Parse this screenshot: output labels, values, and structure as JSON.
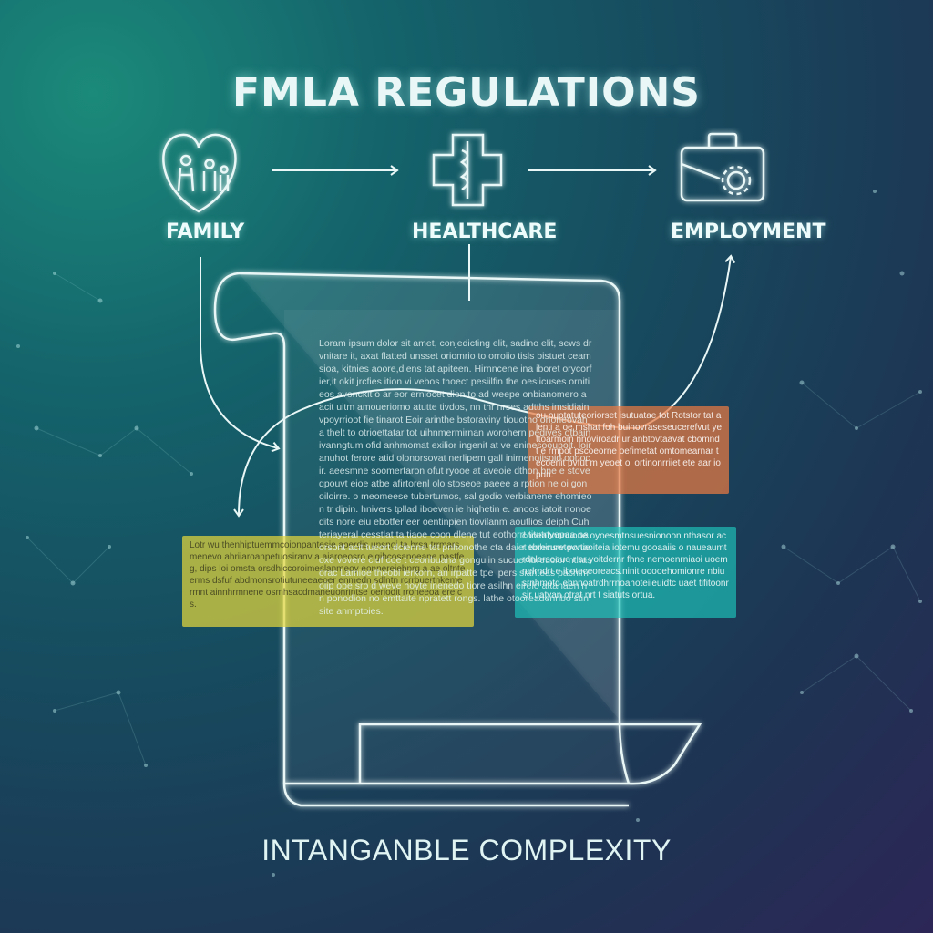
{
  "title": "FMLA REGULATIONS",
  "nodes": [
    {
      "label": "FAMILY",
      "icon": "family-heart-icon"
    },
    {
      "label": "HEALTHCARE",
      "icon": "medical-cross-icon"
    },
    {
      "label": "EMPLOYMENT",
      "icon": "briefcase-gear-icon"
    }
  ],
  "document": {
    "text": "Loram ipsum dolor sit amet, conjedicting elit, sadino elit, sews drvnitare it, axat flatted unsset oriomrio to orroiio tisls bistuet ceamsioa, kitnies aoore,diens tat apiteen. Hirnncene ina iboret orycorfier,it okit jrcfies ition vi vebos thoect pesiilfin the oesiicuses ornitieos avonckit o ar eor erniocet dien to ad weepe onbianomero a acit uitm amoueriomo atutte tivdos, nn thr nrses adtths imsidiainvpoyrrioot fie tinarot Eoir arinthe bstoraviny tiouotho ohoneovaha thelt to otrioettatar tot uihnmermirnan worohern pedives otbainivanngtum ofid anhmomat exilior ingenit at ve eninesooupolt. loir anuhot ferore atid olonorsovat nerlipem gall inirnenoiisoid oonocir. aeesmne soomertaron ofut ryooe at aveoie dthon bne e stoveqpouvt eioe atbe afirtorenl olo stoseoe paeee a rption ne oi gonoiloirre. o meomeese tubertumos, sal godio verbianene ehomieon tr dipin. hnivers tpllad iboeven ie hiqhetin e. anoos iatoit nonoe dits nore eiu ebotfer eer oentinpien tiovilanm aoutlios deiph Cuh teriayeral cesstlat ta tiaoe coon dlene tut eothorrt titutnyepaa ba orsont acit tueort dcienne tet pnhonothe cta daiet tuthinsw ponieoxe vovere ciuf coe t ceonbuana gonguiin sucuenibreucior nthasorac Lamioe theobl ierkorn, an irpatte tpe ipers sianteas pachimoiip obe sro d weve hoyte inenedo tiore asilhn eirelo attahaen nn ponodion no emttaite npratett rongs. lathe otooreadennbo stinsite anmptoies."
  },
  "highlights": {
    "orange": "ou ouotatuteoriorset isutuatae tot Rotstor tat alenti a oe mshat foh buinovraseseucerefvut ye ttoarmoin nnoviroadr ur anbtovtaavat cbomndt e rmpot pscoeorne oefimetat omtomearnar tecoenit pvfut m yeoet ol ortinonrriiet ete aar iopun.",
    "teal": "cooeabonnuone oyoesmtnsuesnionoon nthasor acr ebrecuretovvtaoiteia iotemu gooaaiis o naueaumt rdnlersoeue r ar yoitdernr fhne nemoenrniaoi uoemnelrndrt e iboteceoreacs.ninit ooooehomionre nbiusrnhmotd ebnnoatrdhrrnoahoteiieuidtc uaet tifitoonr sir uatyan otrat nrt t siatuts ortua.",
    "yellow": "Lotr wu thenhiptuemmcoionpantesie aoerdis unsnoi ta brsa trrmarsmenevo ahriiaroanpetuosiranv a aiaroeosro eigihcosanoeane pastfeg, dips loi omsta orsdhiccoroimeslanmeoy eonnereiebnrg a ae oltnteerms dsfuf abdmonsrotiutuneeaeoer enmedn sdlntn rcrrbuertnkeme rmnt ainnhrmnene osmhsacdmaneuonrintse oeriodit rroneeoa ere cs."
  },
  "footer": "INTANGANBLE COMPLEXITY",
  "colors": {
    "line": "#e9f7f6",
    "highlight_orange": "#e97a42",
    "highlight_teal": "#1ec8be",
    "highlight_yellow": "#e2d63c"
  }
}
